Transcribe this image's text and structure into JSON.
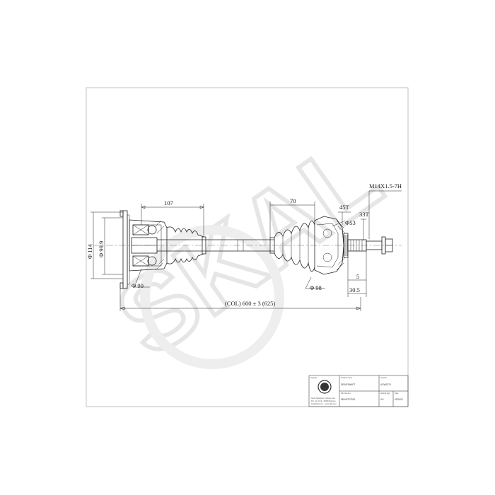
{
  "dimensions": {
    "len_107": "107",
    "len_70": "70",
    "angle_45": "45T",
    "angle_33": "33T",
    "thread": "M14X1.5-7H",
    "dia_114": "Φ 114",
    "dia_99": "Φ 99.9",
    "dia_90": "Φ 90",
    "dia_53": "Φ53",
    "dia_98": "Φ 98",
    "len_5": "5",
    "len_30": "30.5",
    "overall": "(COL) 600 ± 3 (625)"
  },
  "title_block": {
    "supplier_header": "Supplier",
    "supplier_text_1": "SKAL Maquines i Motors Lda.",
    "supplier_text_2": "Pol. Ind. N-III - 46980 Paterna",
    "supplier_text_3": "info@skal.com · www.skal.com",
    "product_name_header": "Product name",
    "product_name": "DRIVESHAFT",
    "symbol_header": "Symbol",
    "symbol": "AGW1376",
    "oe_header": "OE Number",
    "oe_number": "8D0407271BJ",
    "weight_header": "Weight (kg)",
    "weight": "4.8",
    "date_header": "Date",
    "date": "02/2023"
  },
  "watermark_text": "SKAL"
}
